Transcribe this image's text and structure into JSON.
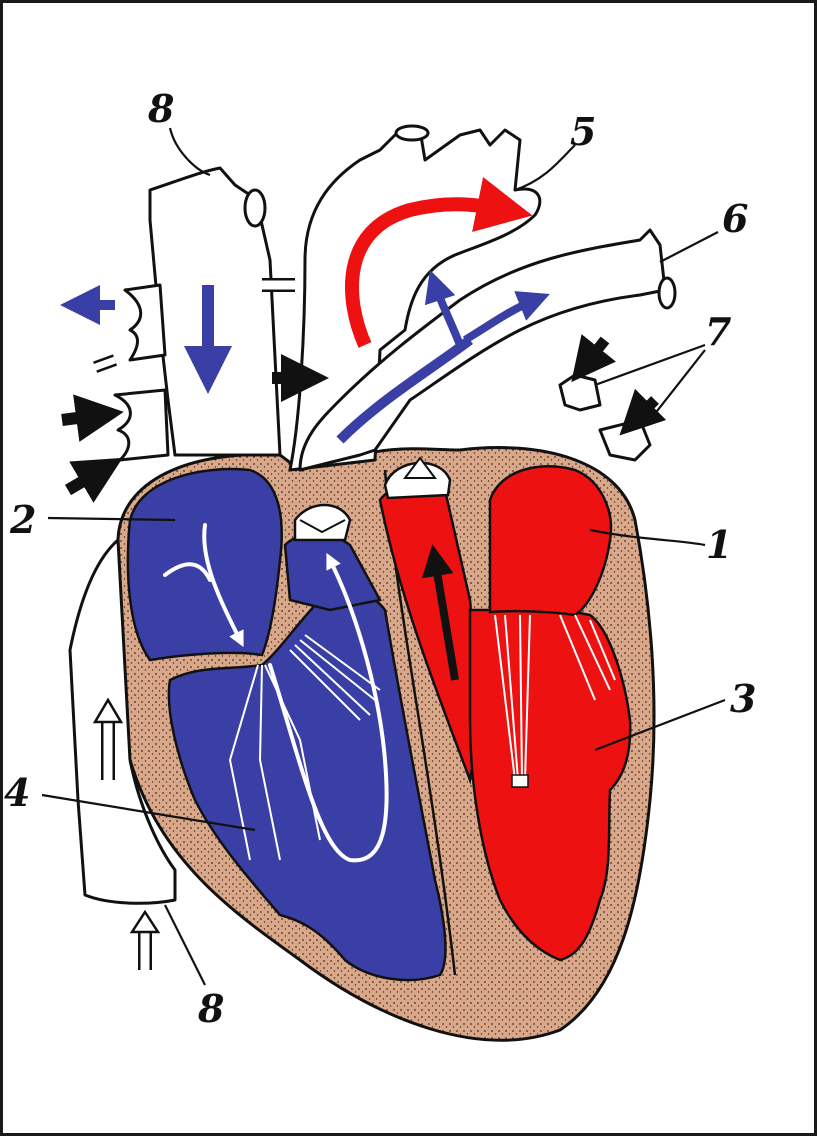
{
  "labels": {
    "l1": "1",
    "l2": "2",
    "l3": "3",
    "l4": "4",
    "l5": "5",
    "l6": "6",
    "l7": "7",
    "l8_top": "8",
    "l8_bottom": "8"
  },
  "colors": {
    "oxygenated": "#ee1111",
    "deoxygenated": "#3a3fa6",
    "myocardium": "#d9a88a",
    "outline": "#111111"
  }
}
